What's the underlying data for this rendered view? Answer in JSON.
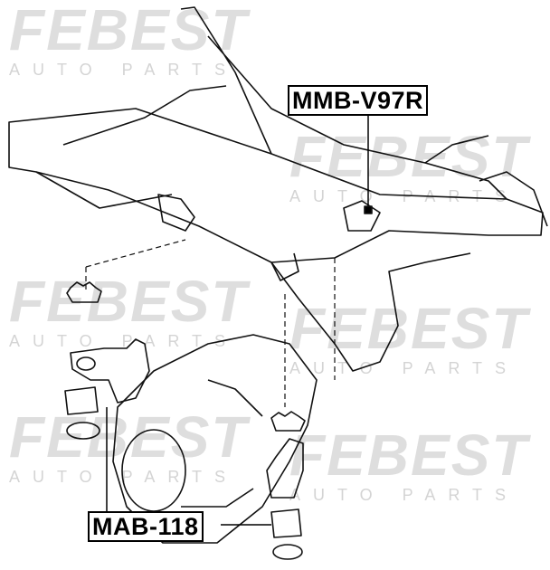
{
  "watermark": {
    "brand": "FEBEST",
    "sub": "AUTO PARTS"
  },
  "labels": {
    "top_part": "MMB-V97R",
    "bottom_part": "MAB-118"
  }
}
